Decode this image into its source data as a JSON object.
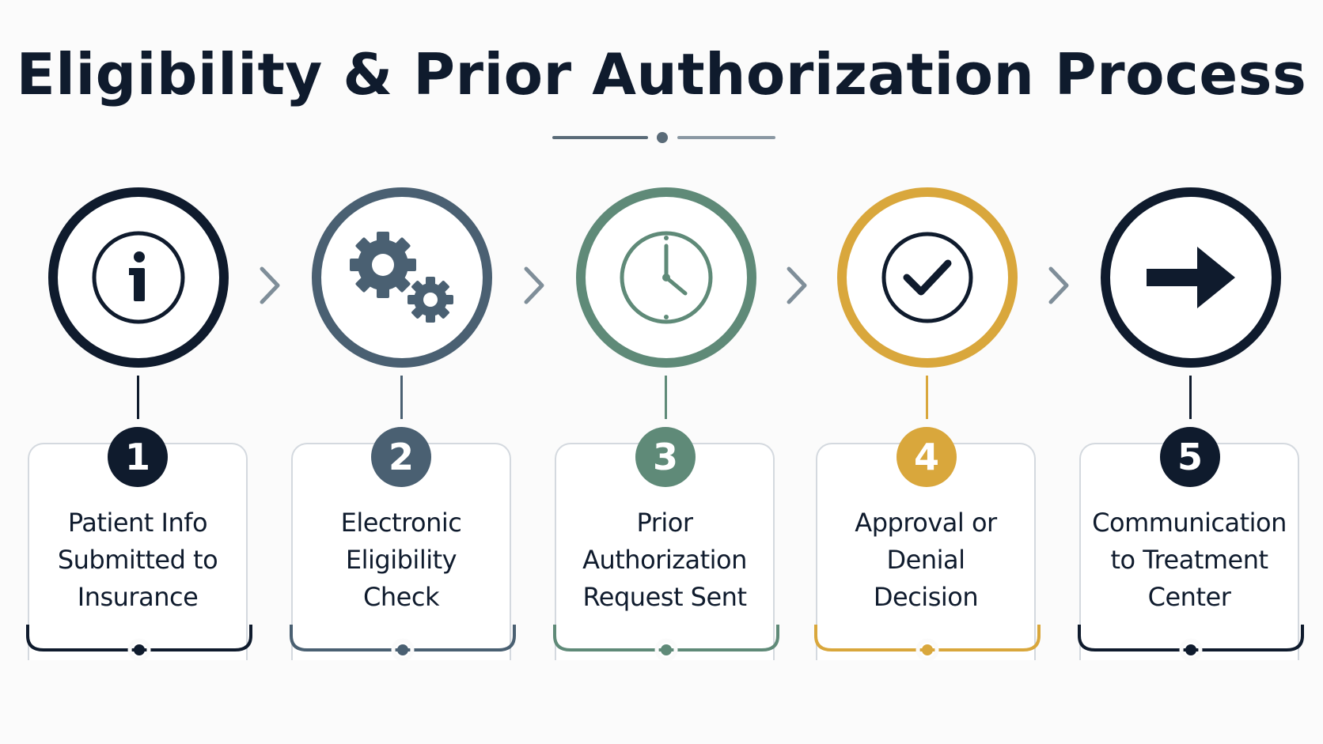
{
  "title": "Eligibility & Prior Authorization Process",
  "steps": [
    {
      "number": "1",
      "label": "Patient Info\nSubmitted to\nInsurance",
      "color": "#0f1b2d",
      "icon": "info-icon"
    },
    {
      "number": "2",
      "label": "Electronic\nEligibility\nCheck",
      "color": "#4a6072",
      "icon": "gears-icon"
    },
    {
      "number": "3",
      "label": "Prior\nAuthorization\nRequest Sent",
      "color": "#5f8a78",
      "icon": "clock-icon"
    },
    {
      "number": "4",
      "label": "Approval or\nDenial\nDecision",
      "color": "#d9a73c",
      "icon": "checkmark-icon"
    },
    {
      "number": "5",
      "label": "Communication\nto Treatment\nCenter",
      "color": "#0f1b2d",
      "icon": "arrow-right-icon"
    }
  ],
  "colors": {
    "chevron": "#7f8e99",
    "divider": "#5a6b78",
    "text": "#0f1b2d"
  }
}
